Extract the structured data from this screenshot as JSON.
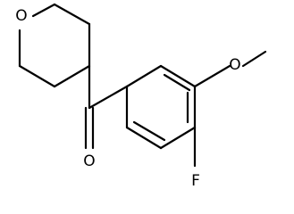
{
  "structure": {
    "atoms": {
      "ring_oxygen": "O",
      "carbonyl_oxygen": "O",
      "methoxy_oxygen": "O",
      "fluorine": "F"
    },
    "colors": {
      "bond": "#000000",
      "label": "#000000",
      "background": "#ffffff"
    }
  }
}
